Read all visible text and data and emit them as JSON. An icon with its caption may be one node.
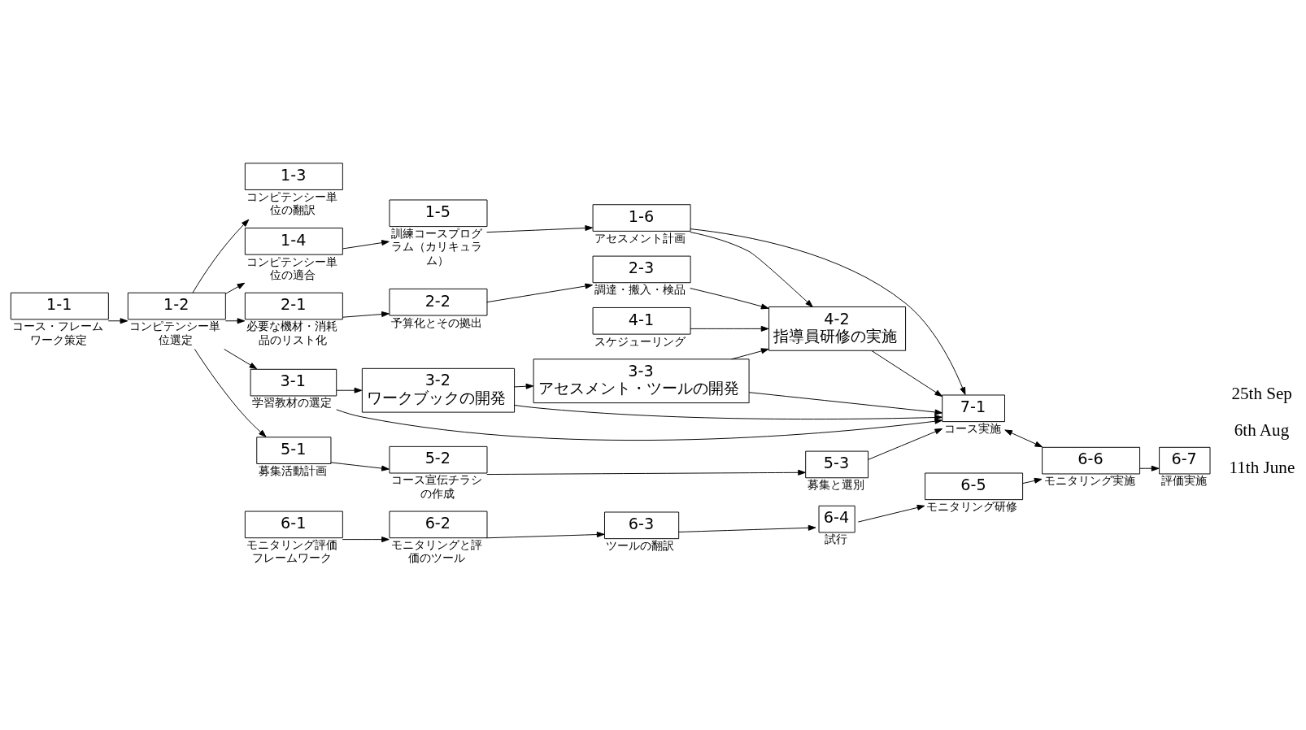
{
  "diagram": {
    "nodes": [
      {
        "text": [
          "1-1"
        ],
        "beside": [
          "コース・フレームワーク策定"
        ]
      },
      {
        "text": [
          "1-2"
        ],
        "beside": [
          "コンピテンシー単位選定"
        ]
      },
      {
        "text": [
          "1-3"
        ],
        "beside": [
          "コンピテンシー単位の翻訳"
        ]
      },
      {
        "text": [
          "1-4"
        ],
        "beside": [
          "コンピテンシー単位の適合"
        ]
      },
      {
        "text": [
          "1-5"
        ],
        "beside": [
          "訓練コースプログラム（カリキュラム）"
        ]
      },
      {
        "text": [
          "1-6"
        ],
        "beside": [
          "アセスメント計画"
        ]
      },
      {
        "text": [
          "2-1"
        ],
        "beside": [
          "必要な機材・消耗品のリスト化"
        ]
      },
      {
        "text": [
          "2-2"
        ],
        "beside": [
          "予算化とその拠出"
        ]
      },
      {
        "text": [
          "2-3"
        ],
        "beside": [
          "調達・搬入・検品"
        ]
      },
      {
        "text": [
          "3-1"
        ],
        "beside": [
          "学習教材の選定"
        ]
      },
      {
        "text": [
          "3-2",
          "ワークブックの開発"
        ]
      },
      {
        "text": [
          "3-3",
          "アセスメント・ツールの開発"
        ]
      },
      {
        "text": [
          "4-1"
        ],
        "beside": [
          "スケジューリング"
        ]
      },
      {
        "text": [
          "4-2",
          "指導員研修の実施"
        ]
      },
      {
        "text": [
          "5-1"
        ],
        "beside": [
          "募集活動計画"
        ]
      },
      {
        "text": [
          "5-2"
        ],
        "beside": [
          "コース宣伝チラシの作成"
        ]
      },
      {
        "text": [
          "5-3"
        ],
        "beside": [
          "募集と選別"
        ]
      },
      {
        "text": [
          "6-1"
        ],
        "beside": [
          "モニタリング評価フレームワーク"
        ]
      },
      {
        "text": [
          "6-2"
        ],
        "beside": [
          "モニタリングと評価のツール"
        ]
      },
      {
        "text": [
          "6-3"
        ],
        "beside": [
          "ツールの翻訳"
        ]
      },
      {
        "text": [
          "6-4"
        ],
        "beside": [
          "試行"
        ]
      },
      {
        "text": [
          "6-5"
        ],
        "beside": [
          "モニタリング研修"
        ]
      },
      {
        "text": [
          "6-6"
        ],
        "beside": [
          "モニタリング実施"
        ]
      },
      {
        "text": [
          "6-7"
        ],
        "beside": [
          "評価実施"
        ]
      },
      {
        "text": [
          "7-1"
        ],
        "beside": [
          "コース実施"
        ]
      }
    ],
    "edges": [
      {
        "from": 0,
        "to": 1,
        "arrow": "to"
      },
      {
        "from": 1,
        "to": 14,
        "arrow": "to"
      },
      {
        "from": 1,
        "to": 9,
        "arrow": "to"
      },
      {
        "from": 1,
        "to": 6,
        "arrow": "to"
      },
      {
        "from": 6,
        "to": 7,
        "arrow": "to"
      },
      {
        "from": 7,
        "to": 8,
        "arrow": "to"
      },
      {
        "from": 8,
        "to": 13,
        "arrow": "to"
      },
      {
        "from": 12,
        "to": 13,
        "arrow": "to"
      },
      {
        "from": 1,
        "to": 2,
        "arrow": "to"
      },
      {
        "from": 1,
        "to": 3,
        "arrow": "to"
      },
      {
        "from": 3,
        "to": 4,
        "arrow": "to"
      },
      {
        "from": 4,
        "to": 5,
        "arrow": "to"
      },
      {
        "from": 5,
        "to": 13,
        "arrow": "to"
      },
      {
        "from": 5,
        "to": 24,
        "arrow": "to"
      },
      {
        "from": 9,
        "to": 10,
        "arrow": "to"
      },
      {
        "from": 10,
        "to": 11,
        "arrow": "to"
      },
      {
        "from": 11,
        "to": 13,
        "arrow": "to"
      },
      {
        "from": 14,
        "to": 15,
        "arrow": "to"
      },
      {
        "from": 15,
        "to": 16,
        "arrow": "to"
      },
      {
        "from": 16,
        "to": 24,
        "arrow": "to"
      },
      {
        "from": 9,
        "to": 24,
        "arrow": "to"
      },
      {
        "from": 10,
        "to": 24,
        "arrow": "to"
      },
      {
        "from": 11,
        "to": 24,
        "arrow": "to"
      },
      {
        "from": 13,
        "to": 24,
        "arrow": "to"
      },
      {
        "from": 24,
        "to": 22,
        "arrow": "both"
      },
      {
        "from": 17,
        "to": 18,
        "arrow": "to"
      },
      {
        "from": 18,
        "to": 19,
        "arrow": "to"
      },
      {
        "from": 19,
        "to": 20,
        "arrow": "to"
      },
      {
        "from": 20,
        "to": 21,
        "arrow": "to"
      },
      {
        "from": 21,
        "to": 22,
        "arrow": "to"
      },
      {
        "from": 22,
        "to": 23,
        "arrow": "to"
      }
    ],
    "labels": [
      "11th June",
      "6th Aug",
      "25th Sep"
    ]
  }
}
